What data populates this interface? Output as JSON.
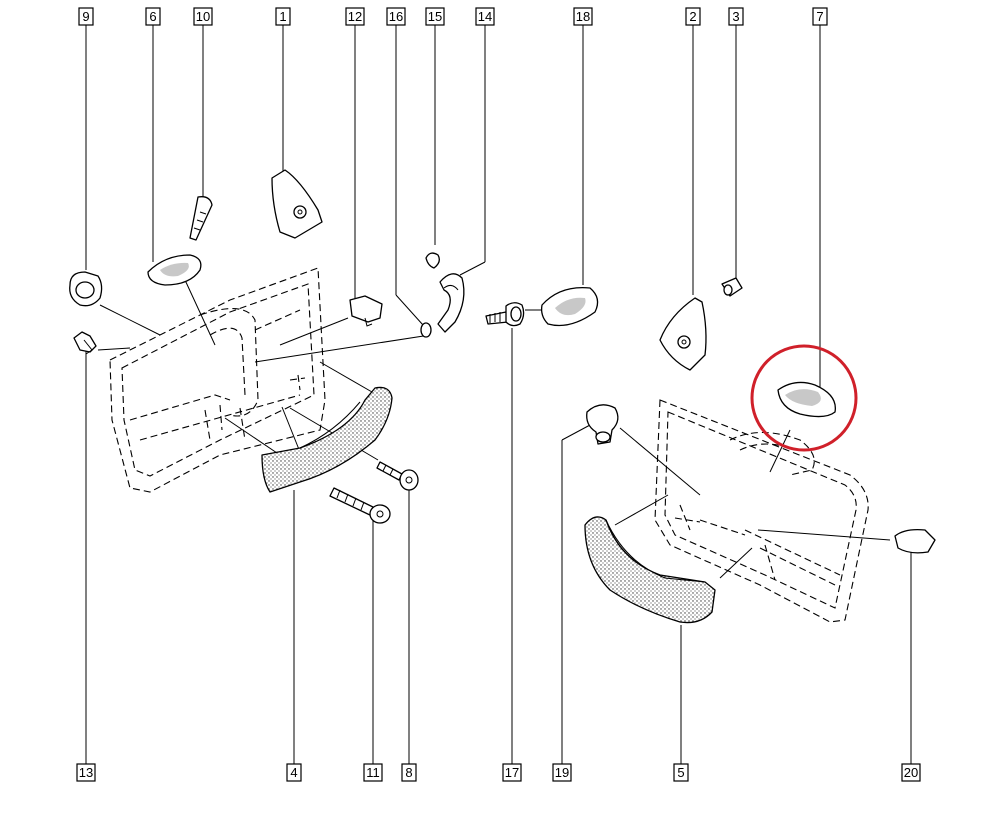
{
  "callouts": {
    "top": [
      "9",
      "6",
      "10",
      "1",
      "12",
      "16",
      "15",
      "14",
      "18",
      "2",
      "3",
      "7"
    ],
    "bottom": [
      "13",
      "4",
      "11",
      "8",
      "17",
      "19",
      "5",
      "20"
    ]
  },
  "highlight": {
    "part": "7",
    "color": "#d0202a"
  },
  "colors": {
    "line": "#000000",
    "background": "#ffffff"
  }
}
